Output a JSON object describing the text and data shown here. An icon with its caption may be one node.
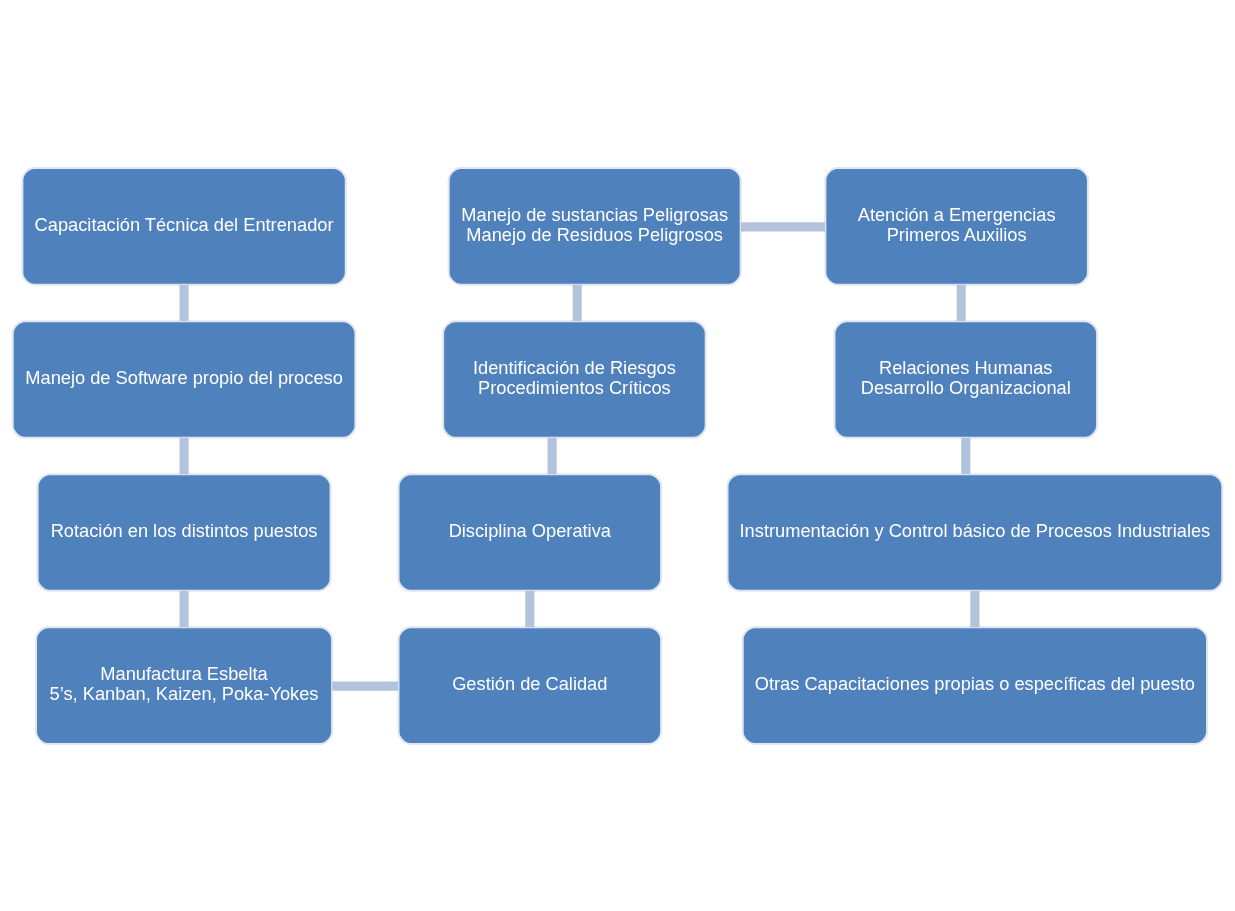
{
  "diagram": {
    "nodes": [
      {
        "text": [
          "Capacitación Técnica del Entrenador"
        ]
      },
      {
        "text": [
          "Manejo de Software propio del proceso"
        ]
      },
      {
        "text": [
          "Rotación en los distintos puestos"
        ]
      },
      {
        "text": [
          "Manufactura Esbelta",
          "5’s, Kanban, Kaizen, Poka-Yokes"
        ]
      },
      {
        "text": [
          "Manejo de sustancias Peligrosas",
          "Manejo de Residuos Peligrosos"
        ]
      },
      {
        "text": [
          "Identificación de Riesgos",
          "Procedimientos Críticos"
        ]
      },
      {
        "text": [
          "Disciplina Operativa"
        ]
      },
      {
        "text": [
          "Gestión de Calidad"
        ]
      },
      {
        "text": [
          "Atención a Emergencias",
          "Primeros Auxilios"
        ]
      },
      {
        "text": [
          "Relaciones Humanas",
          "Desarrollo Organizacional"
        ]
      },
      {
        "text": [
          "Instrumentación y Control básico de Procesos Industriales"
        ]
      },
      {
        "text": [
          "Otras Capacitaciones propias o específicas del puesto"
        ]
      }
    ],
    "edges": [
      {
        "from": 0,
        "to": 1,
        "arrow": "none"
      },
      {
        "from": 1,
        "to": 2,
        "arrow": "none"
      },
      {
        "from": 2,
        "to": 3,
        "arrow": "none"
      },
      {
        "from": 3,
        "to": 7,
        "arrow": "none"
      },
      {
        "from": 4,
        "to": 5,
        "arrow": "none"
      },
      {
        "from": 5,
        "to": 6,
        "arrow": "none"
      },
      {
        "from": 6,
        "to": 7,
        "arrow": "none"
      },
      {
        "from": 4,
        "to": 8,
        "arrow": "none"
      },
      {
        "from": 8,
        "to": 9,
        "arrow": "none"
      },
      {
        "from": 9,
        "to": 10,
        "arrow": "none"
      },
      {
        "from": 10,
        "to": 11,
        "arrow": "none"
      }
    ]
  }
}
